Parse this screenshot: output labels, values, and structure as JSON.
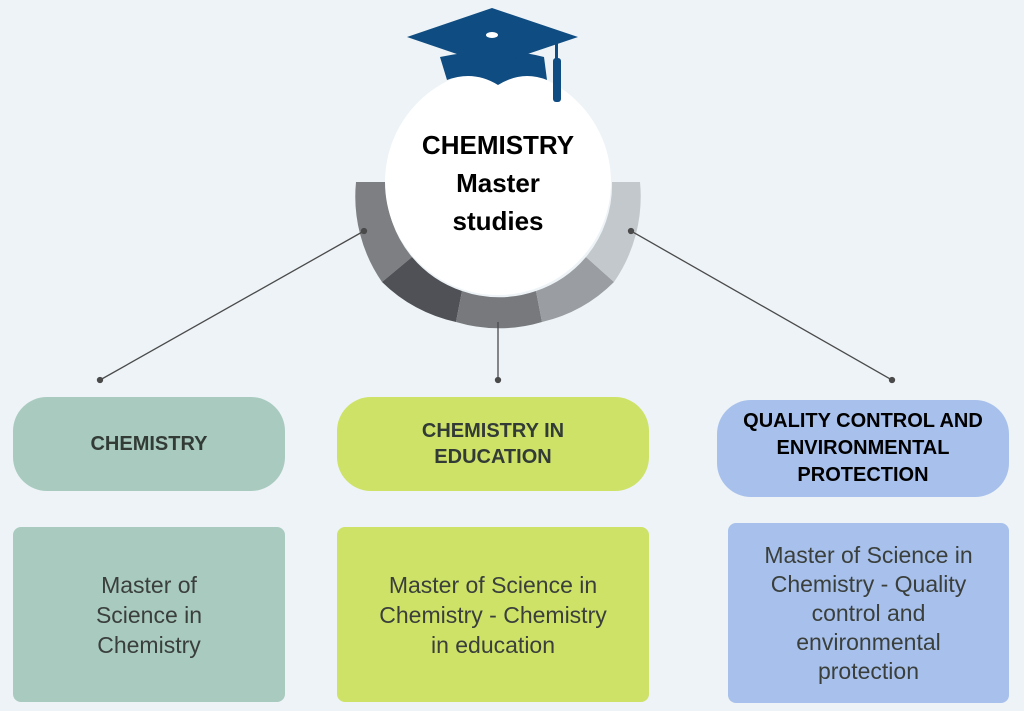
{
  "center": {
    "icon": "graduation-cap-icon",
    "title_lines": "CHEMISTRY\nMaster\nstudies"
  },
  "colors": {
    "background": "#edf3f6",
    "cap": "#0f4c81",
    "ring_segments": [
      "#7d7f83",
      "#4f5156",
      "#77797d",
      "#9a9ea2",
      "#c2c8cc"
    ],
    "chemistry": "#a9cabf",
    "education": "#cde267",
    "quality": "#a8c1ec"
  },
  "branches": [
    {
      "heading": "CHEMISTRY",
      "description": "Master of\nScience in\nChemistry"
    },
    {
      "heading": "CHEMISTRY IN\nEDUCATION",
      "description": "Master of Science in\nChemistry  - Chemistry\nin education"
    },
    {
      "heading": "QUALITY CONTROL AND\nENVIRONMENTAL\nPROTECTION",
      "description": "Master of Science in\nChemistry  - Quality\ncontrol and\nenvironmental\nprotection"
    }
  ]
}
